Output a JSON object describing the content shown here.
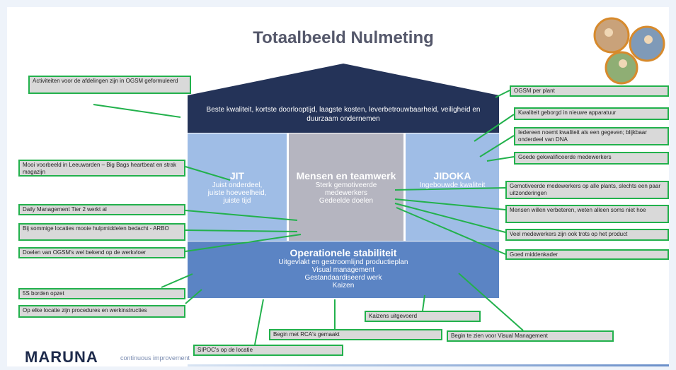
{
  "title": "Totaalbeeld Nulmeting",
  "roof": "Beste kwaliteit, kortste doorlooptijd, laagste kosten, leverbetrouwbaarheid, veiligheid en duurzaam ondernemen",
  "pillars": {
    "jit": {
      "heading": "JIT",
      "body": "Juist onderdeel,\njuiste hoeveelheid,\njuiste tijd"
    },
    "mensen": {
      "heading": "Mensen en teamwerk",
      "body": "Sterk gemotiveerde\nmedewerkers\nGedeelde doelen"
    },
    "jidoka": {
      "heading": "JIDOKA",
      "body": "Ingebouwde kwaliteit"
    }
  },
  "base": {
    "heading": "Operationele stabiliteit",
    "lines": [
      "Uitgevlakt en gestroomlijnd productieplan",
      "Visual management",
      "Gestandaardiseerd werk",
      "Kaizen"
    ]
  },
  "notes_left": [
    "Activiteiten voor de afdelingen zijn in OGSM geformuleerd",
    "Mooi voorbeeld in Leeuwarden – Big Bags heartbeat en strak magazijn",
    "Daily Management Tier 2 werkt al",
    "Bij sommige locaties mooie hulpmiddelen bedacht - ARBO",
    "Doelen van OGSM's wel bekend op de werkvloer",
    "5S borden opzet",
    "Op elke locatie zijn procedures en werkinstructies"
  ],
  "notes_right": [
    "OGSM per plant",
    "Kwaliteit geborgd in nieuwe apparatuur",
    "Iedereen noemt kwaliteit als een gegeven; blijkbaar onderdeel van DNA",
    "Goede gekwalificeerde medewerkers",
    "Gemotiveerde medewerkers op alle plants, slechts een paar uitzonderingen",
    "Mensen willen verbeteren, weten alleen soms niet hoe",
    "Veel medewerkers zijn ook trots op het product",
    "Goed middenkader"
  ],
  "notes_bottom": [
    "Kaizens uitgevoerd",
    "Begin met RCA's gemaakt",
    "Begin te zien voor Visual Management",
    "SIPOC's op de locatie"
  ],
  "logo": {
    "name": "MARUNA",
    "tagline": "continuous improvement"
  },
  "colors": {
    "roof": "#243358",
    "pillar": "#9fbde6",
    "center": "#b5b5c0",
    "base": "#5b84c4",
    "note_border": "#22b14c",
    "note_fill": "#d9d9d9"
  }
}
